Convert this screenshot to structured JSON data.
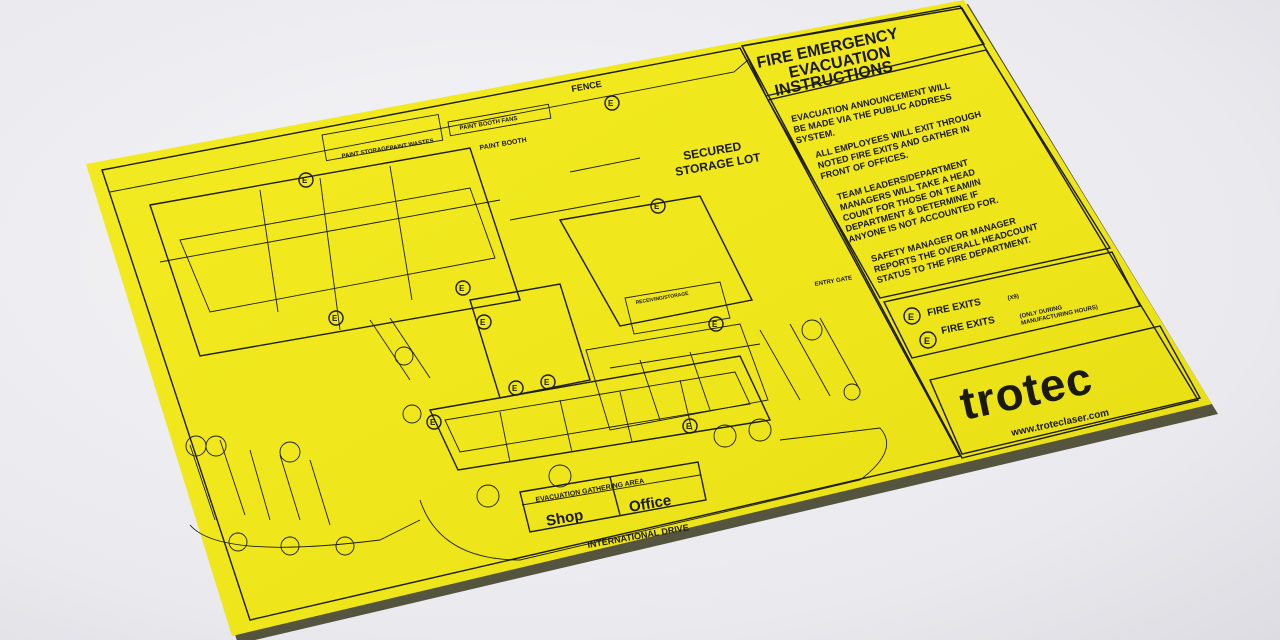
{
  "sign": {
    "panel_title": "FIRE EMERGENCY EVACUATION INSTRUCTIONS",
    "instructions": [
      "EVACUATION ANNOUNCEMENT WILL BE MADE VIA THE PUBLIC ADDRESS SYSTEM.",
      "ALL EMPLOYEES WILL EXIT THROUGH NOTED FIRE EXITS AND GATHER IN FRONT OF OFFICES.",
      "TEAM LEADERS/DEPARTMENT MANAGERS WILL TAKE A HEAD COUNT FOR THOSE ON TEAM/IN DEPARTMENT & DETERMINE IF ANYONE IS NOT ACCOUNTED FOR.",
      "SAFETY MANAGER OR MANAGER REPORTS THE OVERALL HEADCOUNT STATUS TO THE FIRE DEPARTMENT."
    ],
    "legend": {
      "fire_exits_1": "FIRE EXITS",
      "fire_exits_1_note": "(X9)",
      "fire_exits_2": "FIRE EXITS",
      "fire_exits_2_note": "(ONLY DURING MANUFACTURING HOURS)",
      "exit_symbol": "E"
    },
    "brand": {
      "logo": "trotec",
      "url": "www.troteclaser.com"
    },
    "map_labels": {
      "fence": "FENCE",
      "secured_storage": "SECURED STORAGE LOT",
      "paint_storage": "PAINT STORAGE",
      "paint_wastes": "PAINT WASTES",
      "paint_booth_fans": "PAINT BOOTH FANS",
      "paint_booth": "PAINT BOOTH",
      "entry_gate": "ENTRY GATE",
      "receiving_storage": "RECEIVING/STORAGE",
      "gathering_area": "EVACUATION GATHERING AREA",
      "shop": "Shop",
      "office": "Office",
      "street": "INTERNATIONAL DRIVE"
    },
    "colors": {
      "sign_yellow": "#f2ea1d",
      "ink": "#1d1d12",
      "background": "#ececf0"
    }
  }
}
